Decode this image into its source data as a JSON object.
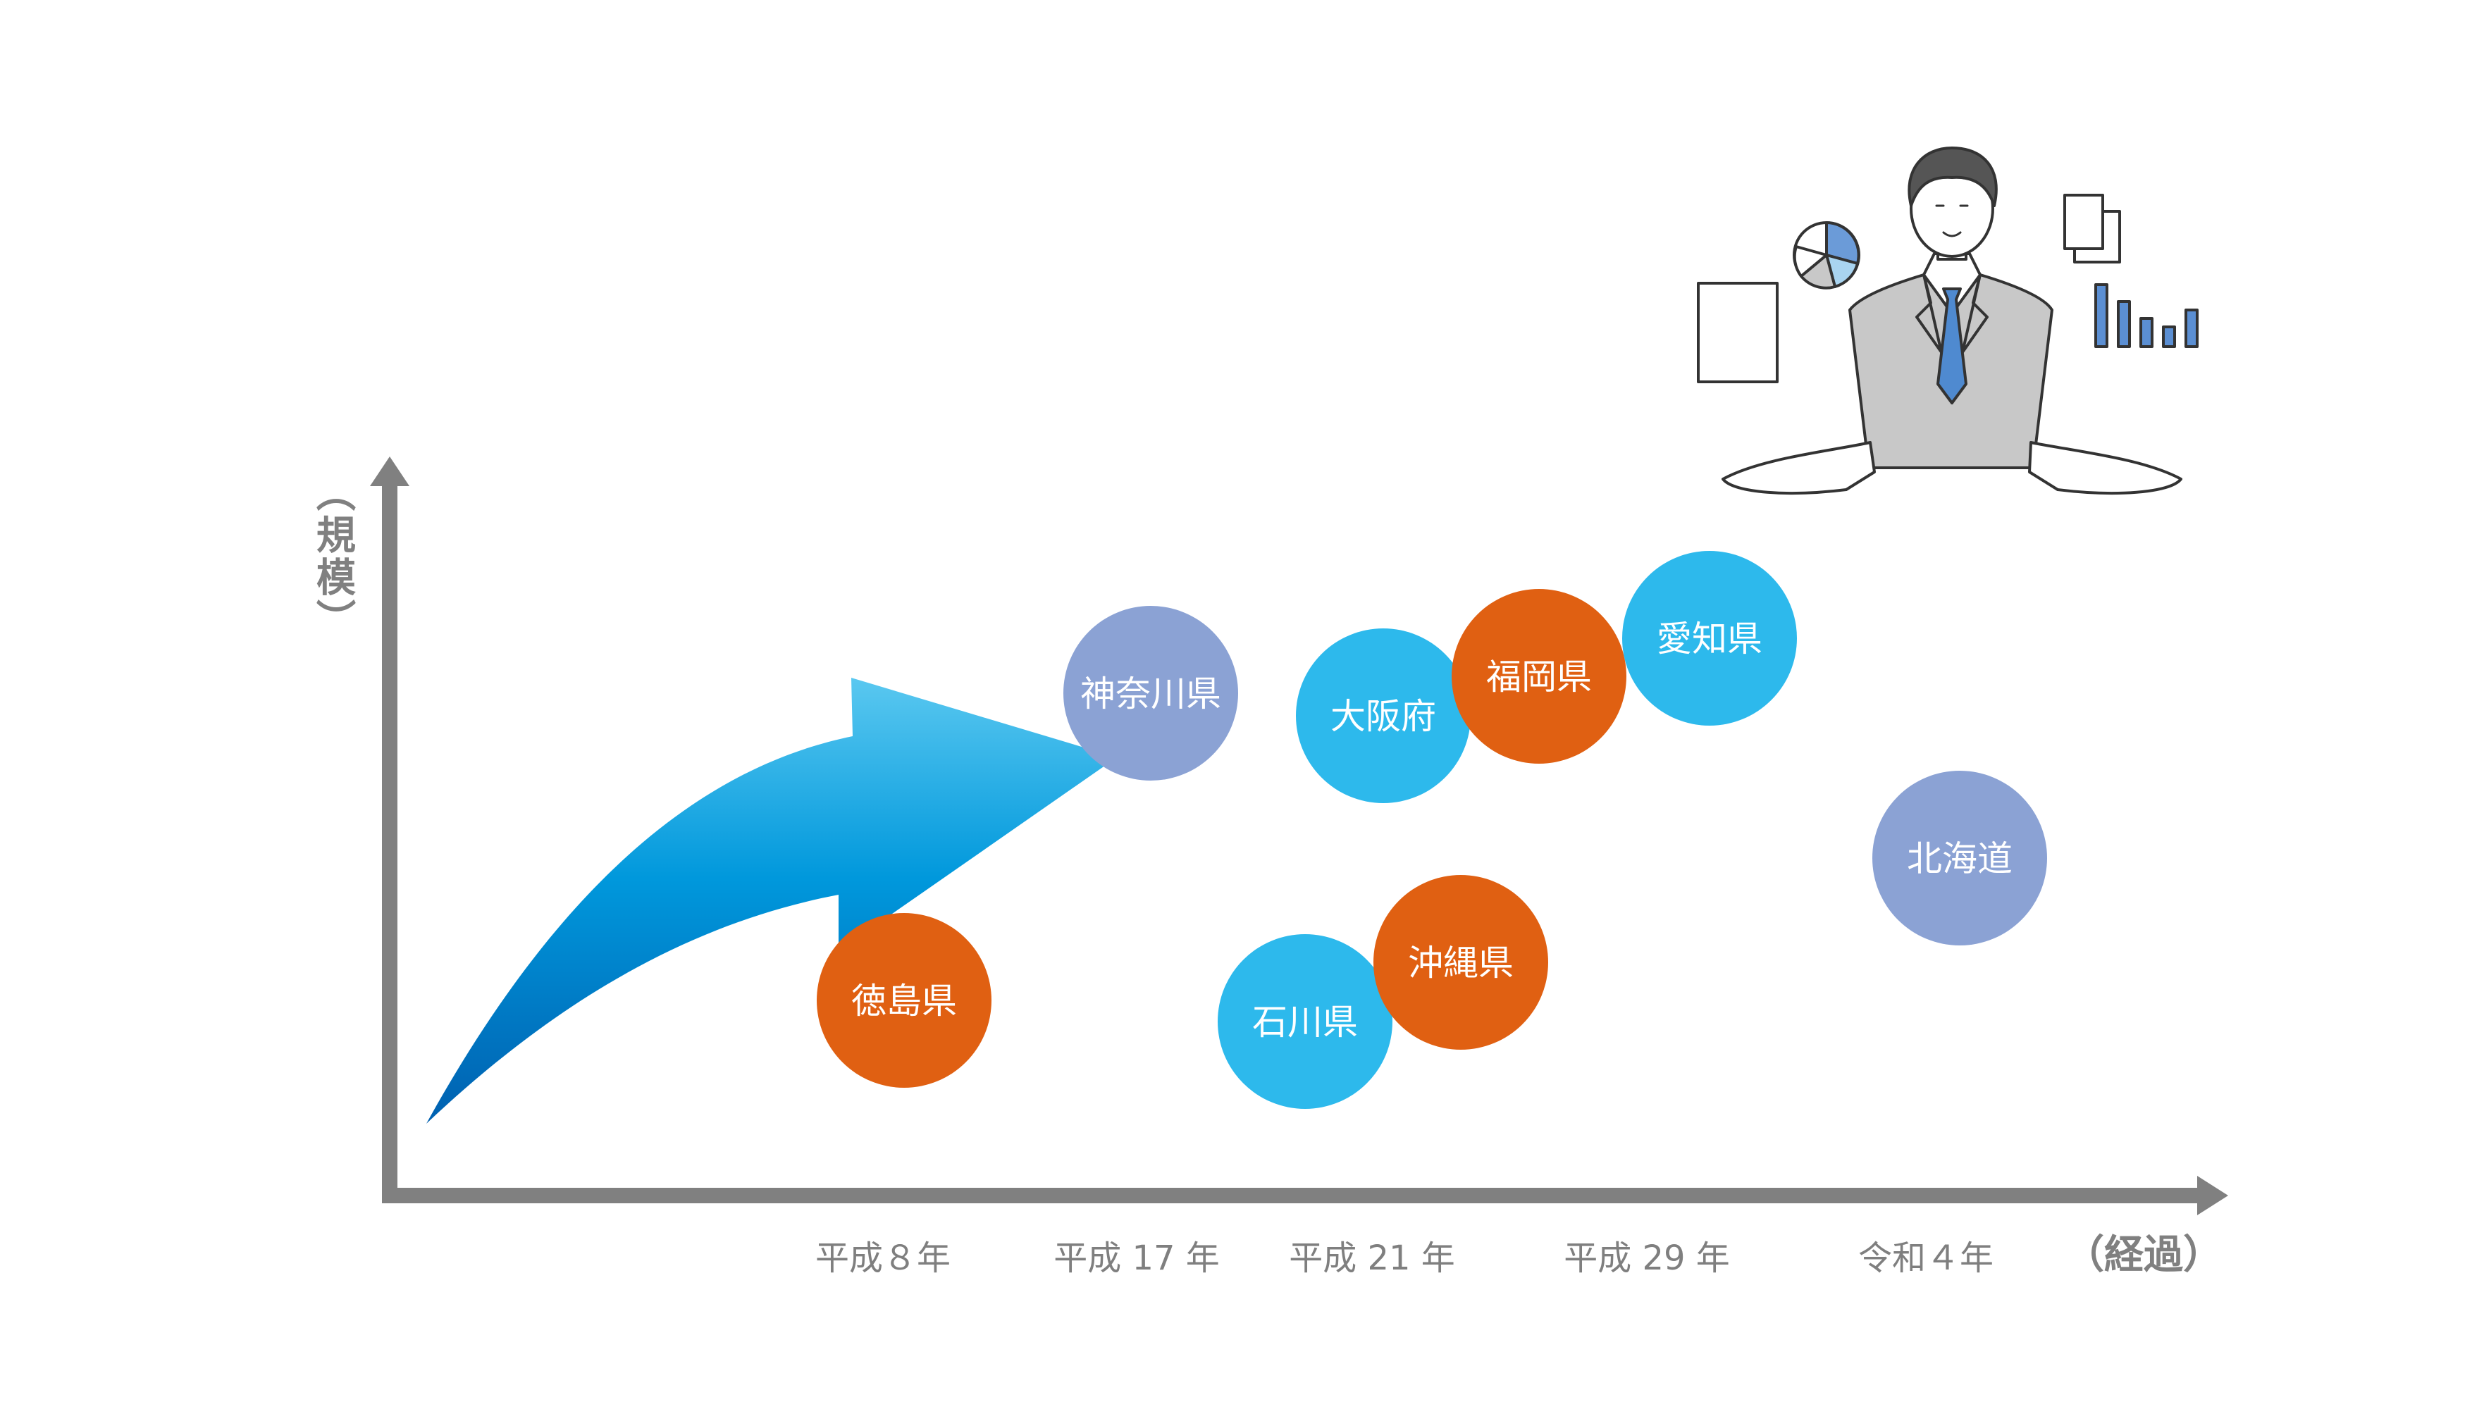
{
  "axes": {
    "y_label": "（規模）",
    "x_label": "（経過）",
    "color": "#808080"
  },
  "ticks": [
    "平成８年",
    "平成 17 年",
    "平成 21 年",
    "平成 29 年",
    "令和４年"
  ],
  "bubbles": [
    {
      "label": "徳島県",
      "color": "#e06012"
    },
    {
      "label": "神奈川県",
      "color": "#8ba2d4"
    },
    {
      "label": "大阪府",
      "color": "#2db9ec"
    },
    {
      "label": "福岡県",
      "color": "#e06012"
    },
    {
      "label": "愛知県",
      "color": "#2db9ec"
    },
    {
      "label": "石川県",
      "color": "#2db9ec"
    },
    {
      "label": "沖縄県",
      "color": "#e06012"
    },
    {
      "label": "北海道",
      "color": "#8ba2d4"
    }
  ],
  "illustration": {
    "figure": "businessman-presenting",
    "icons": [
      "document-icon",
      "pie-chart-icon",
      "copy-icon",
      "bar-chart-icon"
    ],
    "colors": {
      "suit": "#c8c8c8",
      "tie": "#4f8ad0",
      "accent": "#6b9bd8"
    }
  },
  "growth_arrow_colors": [
    "#5ac8f0",
    "#0090d8",
    "#0068b8"
  ]
}
